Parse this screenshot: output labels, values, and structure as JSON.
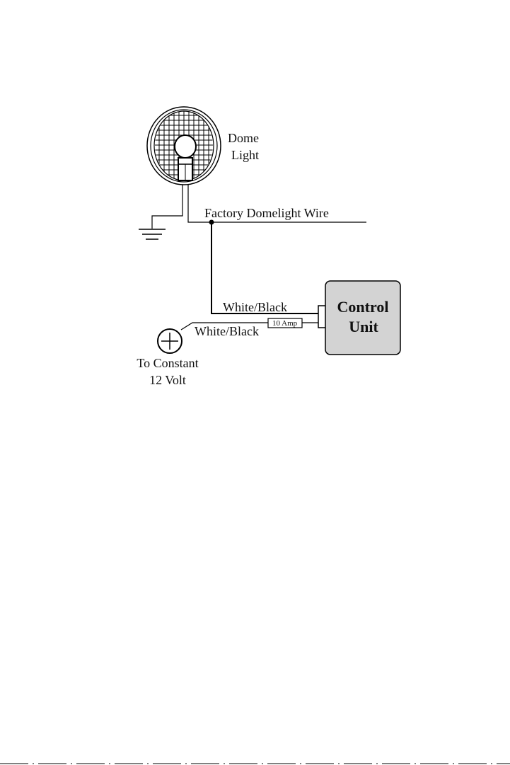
{
  "dome_light": {
    "label_line1": "Dome",
    "label_line2": "Light"
  },
  "factory_wire": {
    "label": "Factory Domelight Wire"
  },
  "control_unit": {
    "label_line1": "Control",
    "label_line2": "Unit",
    "fill_color": "#d3d3d3"
  },
  "wire_to_unit": {
    "label": "White/Black"
  },
  "wire_to_power": {
    "label": "White/Black"
  },
  "fuse": {
    "label": "10 Amp"
  },
  "power_source": {
    "label_line1": "To Constant",
    "label_line2": "12 Volt"
  },
  "icons": [
    "dome-light-icon",
    "ground-icon",
    "positive-terminal-icon",
    "fuse-icon"
  ]
}
